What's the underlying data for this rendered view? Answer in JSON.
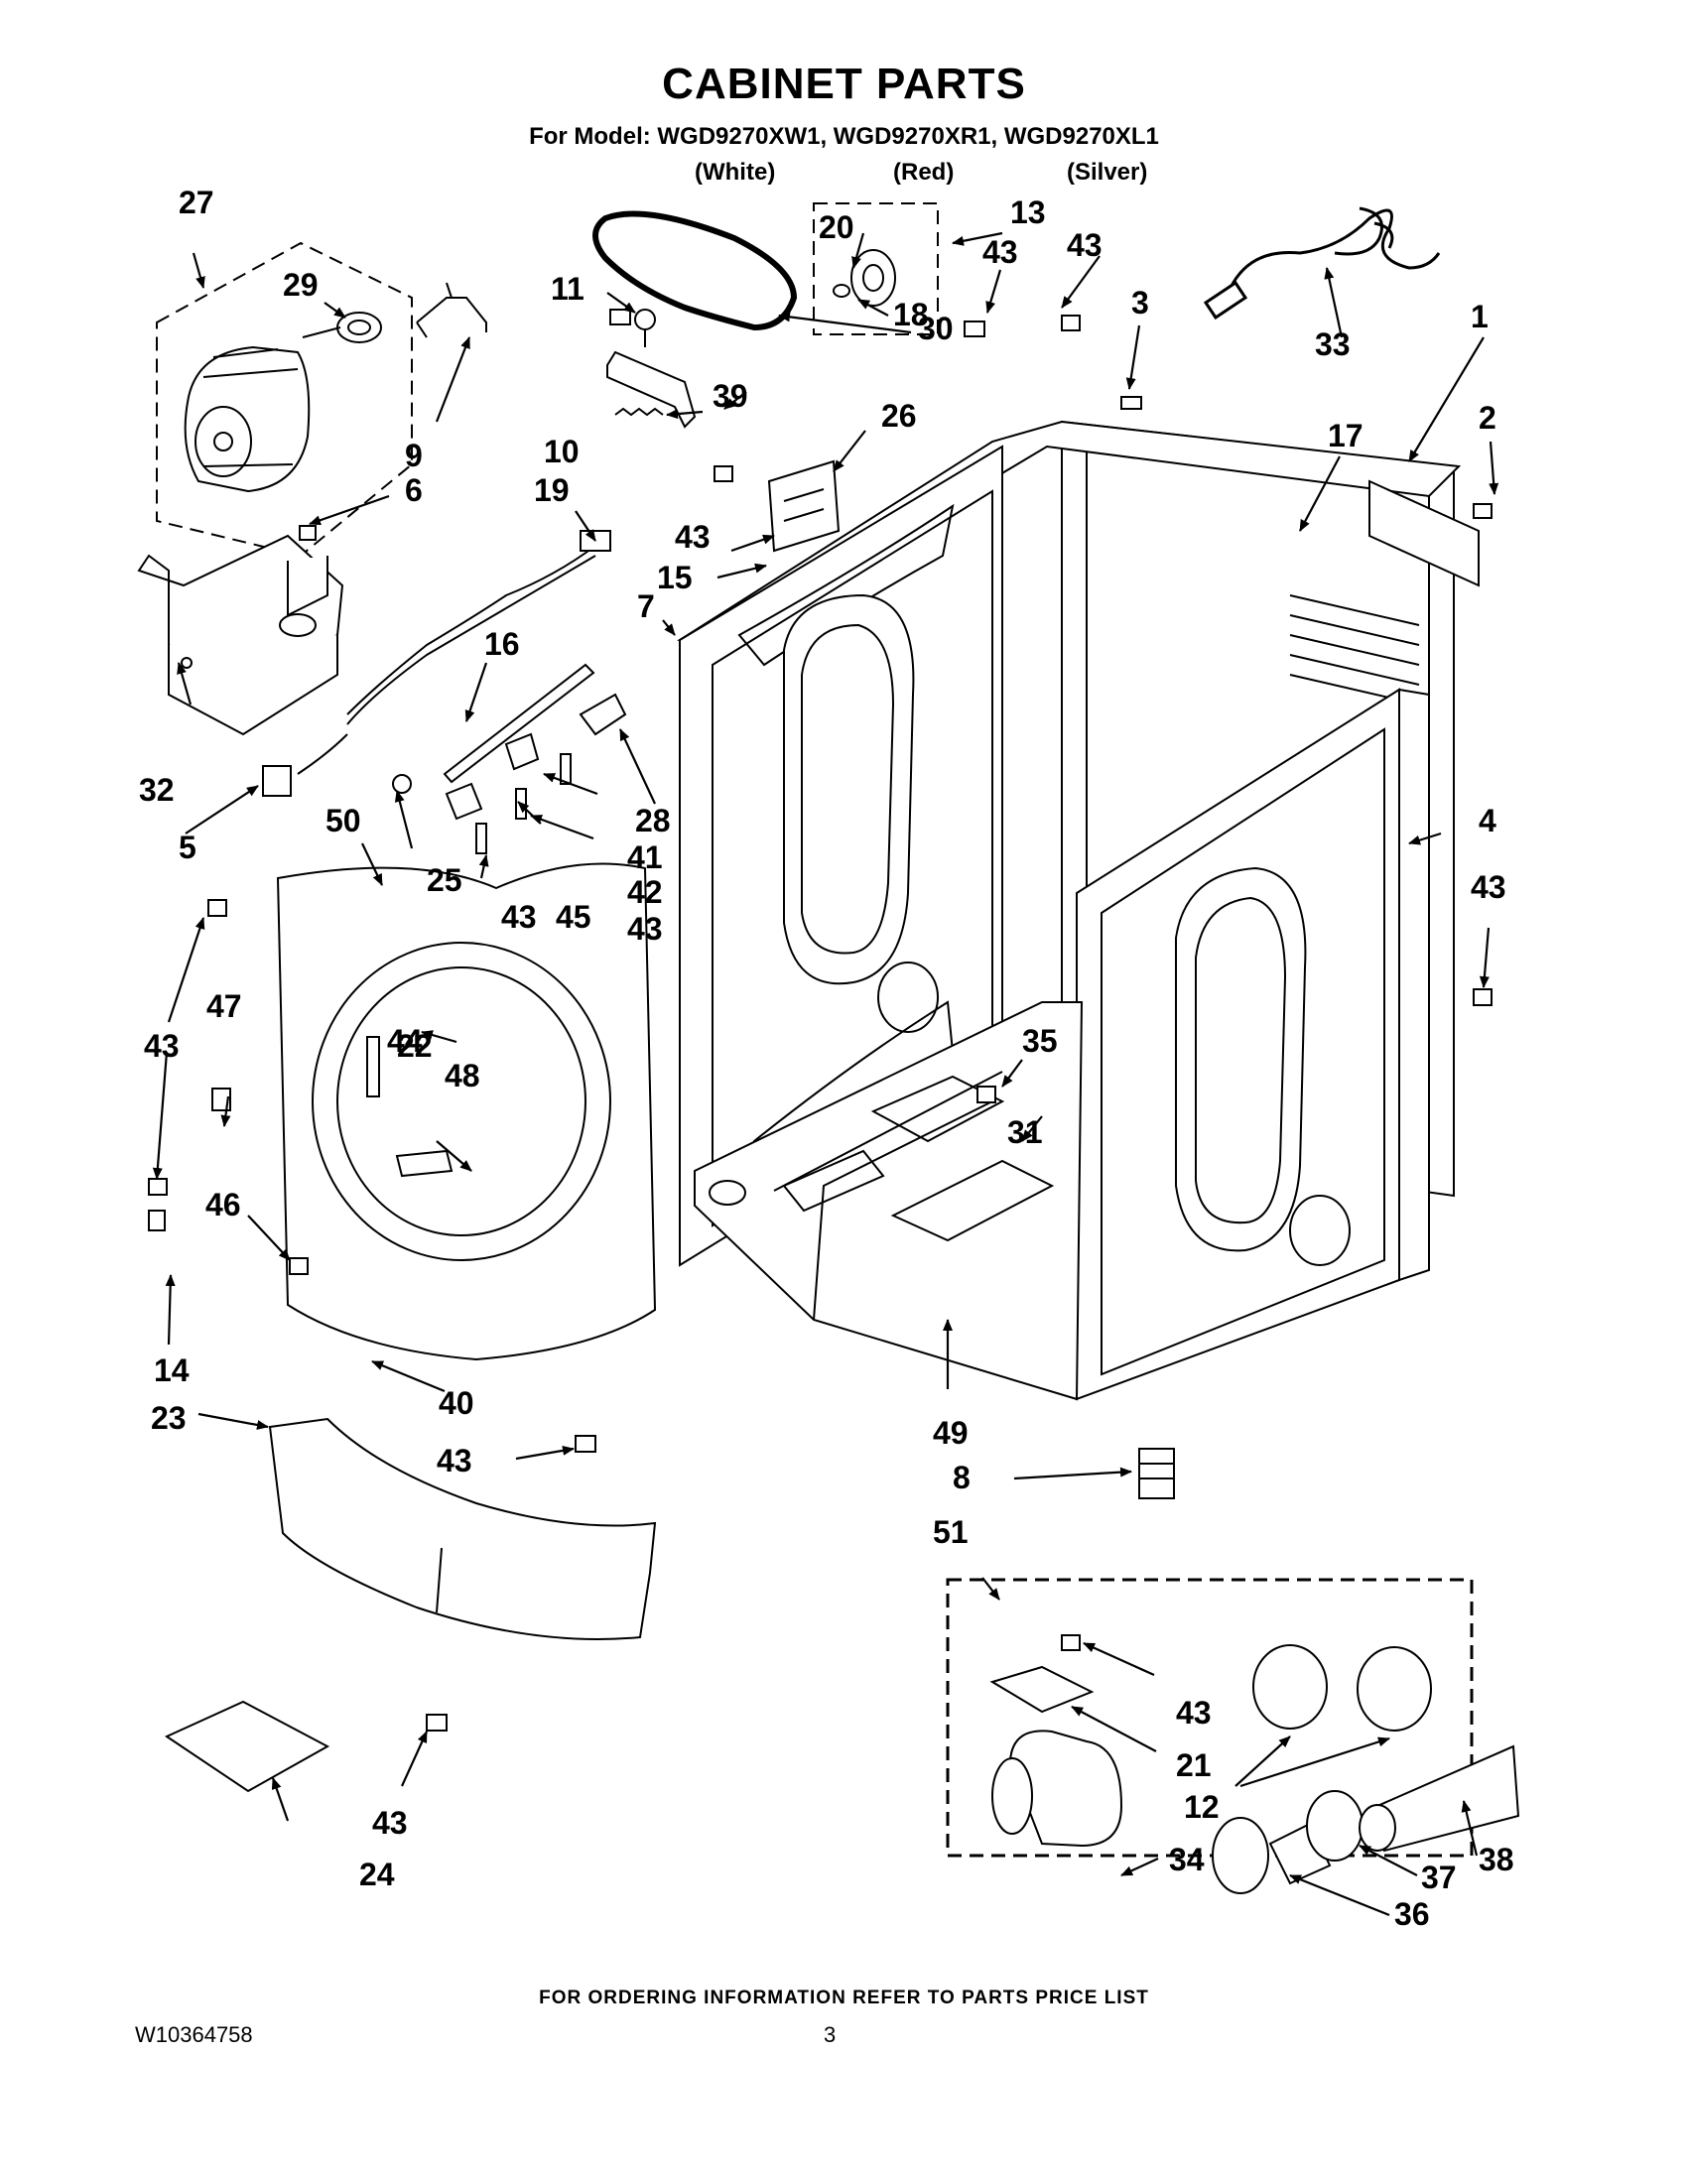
{
  "header": {
    "title": "CABINET PARTS",
    "subtitle": "For Model: WGD9270XW1, WGD9270XR1, WGD9270XL1",
    "variants": [
      "(White)",
      "(Red)",
      "(Silver)"
    ]
  },
  "footer": {
    "note": "FOR ORDERING INFORMATION REFER TO PARTS PRICE LIST",
    "doc_number": "W10364758",
    "page_number": "3"
  },
  "callouts": [
    "1",
    "2",
    "3",
    "4",
    "5",
    "6",
    "7",
    "8",
    "9",
    "10",
    "11",
    "12",
    "13",
    "14",
    "15",
    "16",
    "17",
    "18",
    "19",
    "20",
    "21",
    "22",
    "23",
    "24",
    "25",
    "26",
    "27",
    "28",
    "29",
    "30",
    "31",
    "32",
    "33",
    "34",
    "35",
    "36",
    "37",
    "38",
    "39",
    "40",
    "41",
    "42",
    "43",
    "44",
    "45",
    "46",
    "47",
    "48",
    "49",
    "50",
    "51"
  ]
}
